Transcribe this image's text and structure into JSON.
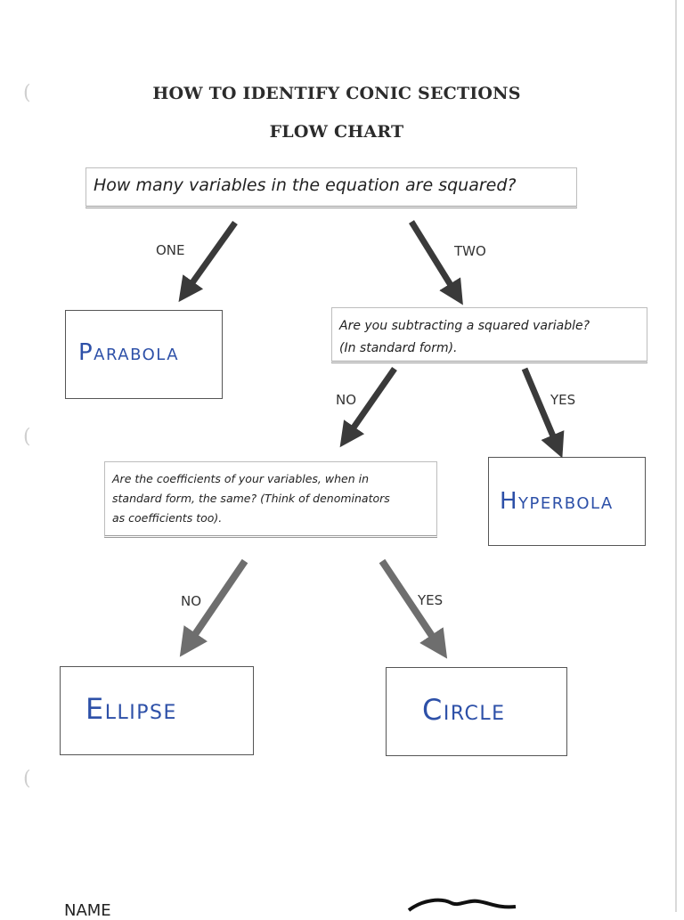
{
  "title_line1": "HOW TO IDENTIFY CONIC SECTIONS",
  "title_line2": "FLOW CHART",
  "q1": "How many variables in the equation are squared?",
  "q2_line1": "Are you subtracting a squared variable?",
  "q2_line2": "(In standard form).",
  "q3_line1": "Are the coefficients of your variables, when in",
  "q3_line2": "standard form, the same? (Think of denominators",
  "q3_line3": "as coefficients too).",
  "labels": {
    "one": "ONE",
    "two": "TWO",
    "no1": "NO",
    "yes1": "YES",
    "no2": "NO",
    "yes2": "YES"
  },
  "answers": {
    "parabola": "Parabola",
    "hyperbola": "Hyperbola",
    "ellipse": "Ellipse",
    "circle": "Circle"
  },
  "footer": {
    "left_partial": "NAME"
  },
  "colors": {
    "ink": "#2d50a8",
    "arrow_dark": "#3a3a3a",
    "arrow_light": "#6e6e6e"
  }
}
